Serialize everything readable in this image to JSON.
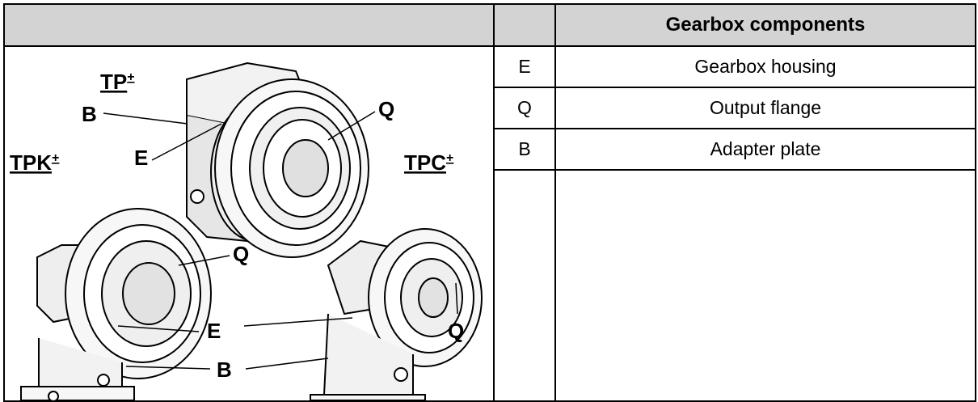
{
  "table": {
    "header": {
      "code": "",
      "title": "Gearbox components"
    },
    "rows": [
      {
        "code": "E",
        "description": "Gearbox housing"
      },
      {
        "code": "Q",
        "description": "Output flange"
      },
      {
        "code": "B",
        "description": "Adapter plate"
      }
    ]
  },
  "illustration": {
    "products": {
      "tp": {
        "name": "TP",
        "sup": "+"
      },
      "tpk": {
        "name": "TPK",
        "sup": "+"
      },
      "tpc": {
        "name": "TPC",
        "sup": "+"
      }
    },
    "callouts": {
      "b_top": "B",
      "e_top": "E",
      "q_top": "Q",
      "q_left": "Q",
      "e_bottom": "E",
      "b_bottom": "B",
      "q_right": "Q"
    }
  }
}
